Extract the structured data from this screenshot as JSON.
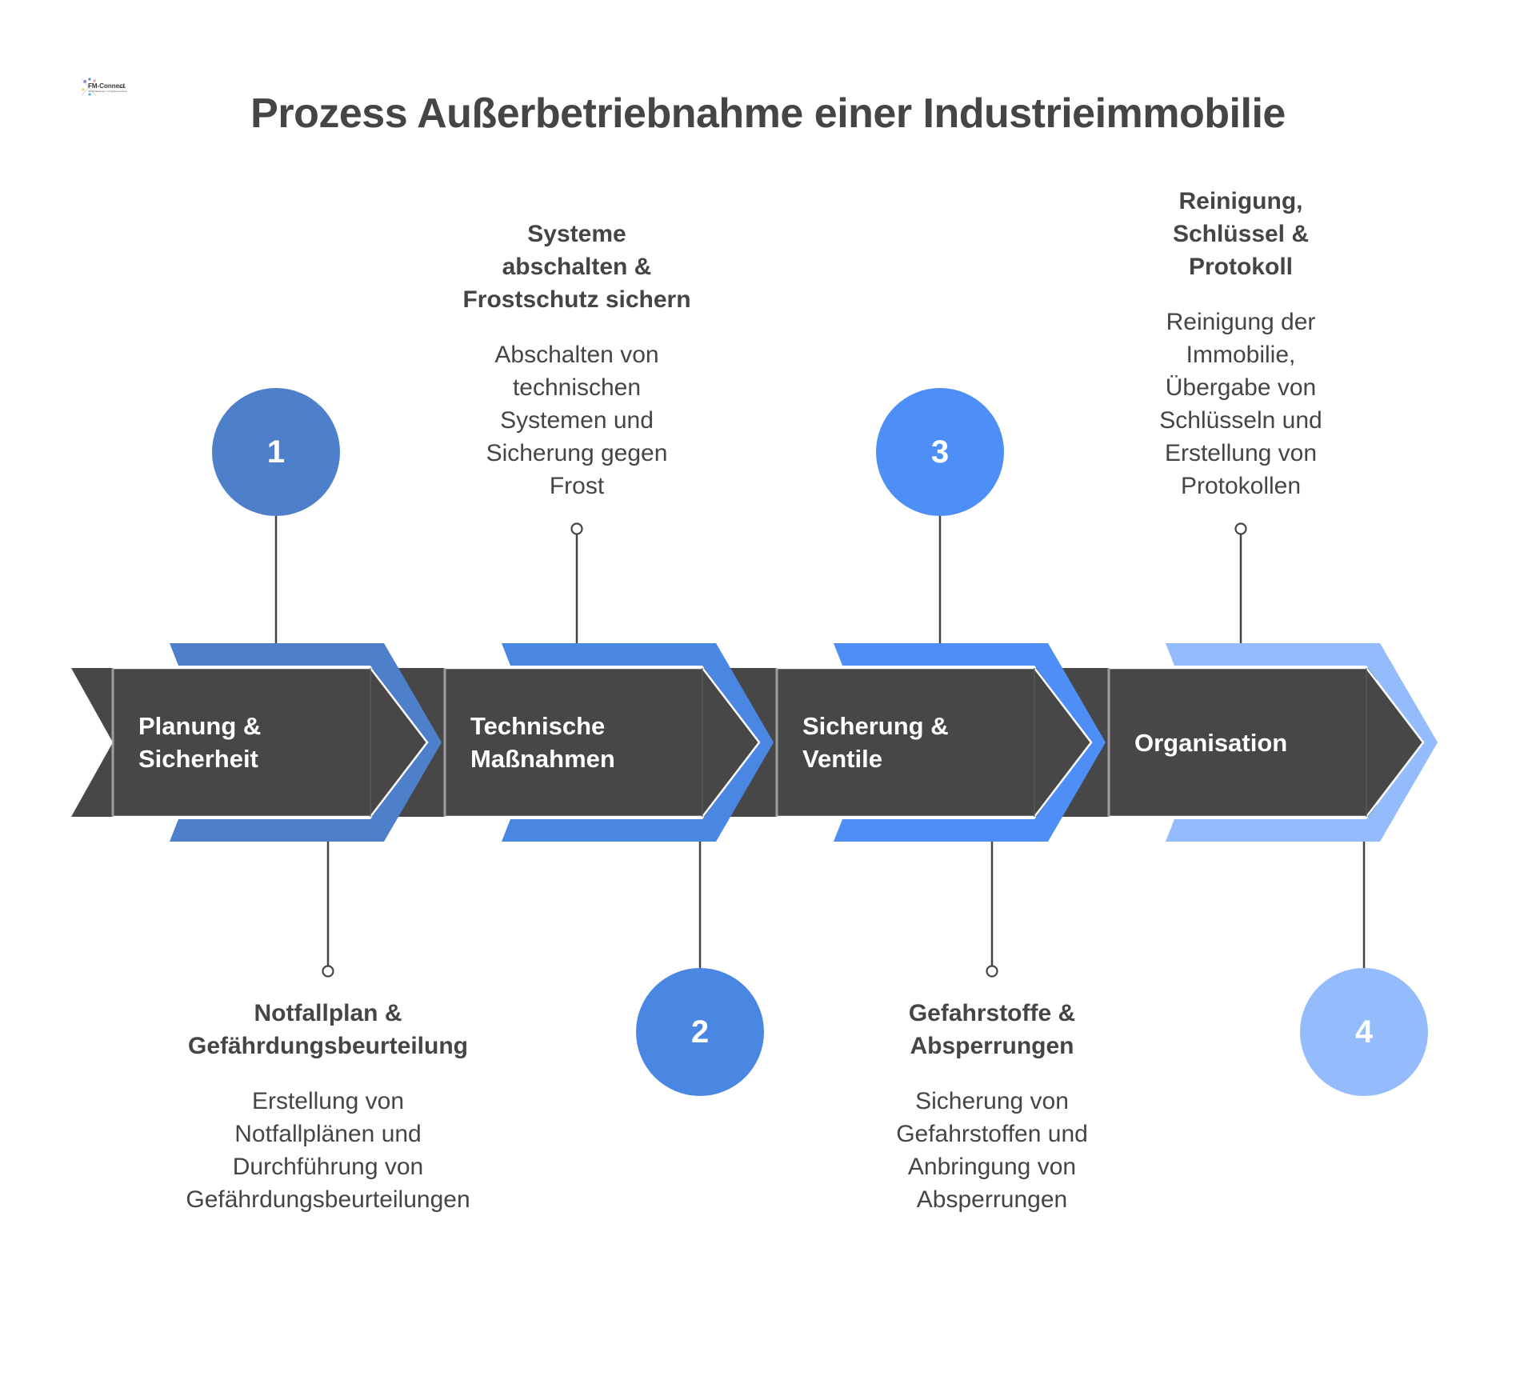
{
  "title": "Prozess Außerbetriebnahme einer Industrieimmobilie",
  "logo": {
    "text": "FM-Connect.com",
    "subtext": "Das FM-Beratungs- und Ingenieur-Netzwerk"
  },
  "colors": {
    "band": "#474747",
    "text": "#454545",
    "connector": "#454545",
    "steps": [
      "#4E7FCB",
      "#4A87E3",
      "#4D8EF7",
      "#94BBFB"
    ]
  },
  "steps": [
    {
      "number": "1",
      "name": "Planung &\nSicherheit",
      "detail_title": "Notfallplan &\nGefährdungsbeurteilung",
      "detail_desc": "Erstellung von\nNotfallplänen und\nDurchführung von\nGefährdungsbeurteilungen"
    },
    {
      "number": "2",
      "name": "Technische\nMaßnahmen",
      "detail_title": "Systeme\nabschalten &\nFrostschutz sichern",
      "detail_desc": "Abschalten von\ntechnischen\nSystemen und\nSicherung gegen\nFrost"
    },
    {
      "number": "3",
      "name": "Sicherung &\nVentile",
      "detail_title": "Gefahrstoffe &\nAbsperrungen",
      "detail_desc": "Sicherung von\nGefahrstoffen und\nAnbringung von\nAbsperrungen"
    },
    {
      "number": "4",
      "name": "Organisation",
      "detail_title": "Reinigung,\nSchlüssel &\nProtokoll",
      "detail_desc": "Reinigung der\nImmobilie,\nÜbergabe von\nSchlüsseln und\nErstellung von\nProtokollen"
    }
  ]
}
